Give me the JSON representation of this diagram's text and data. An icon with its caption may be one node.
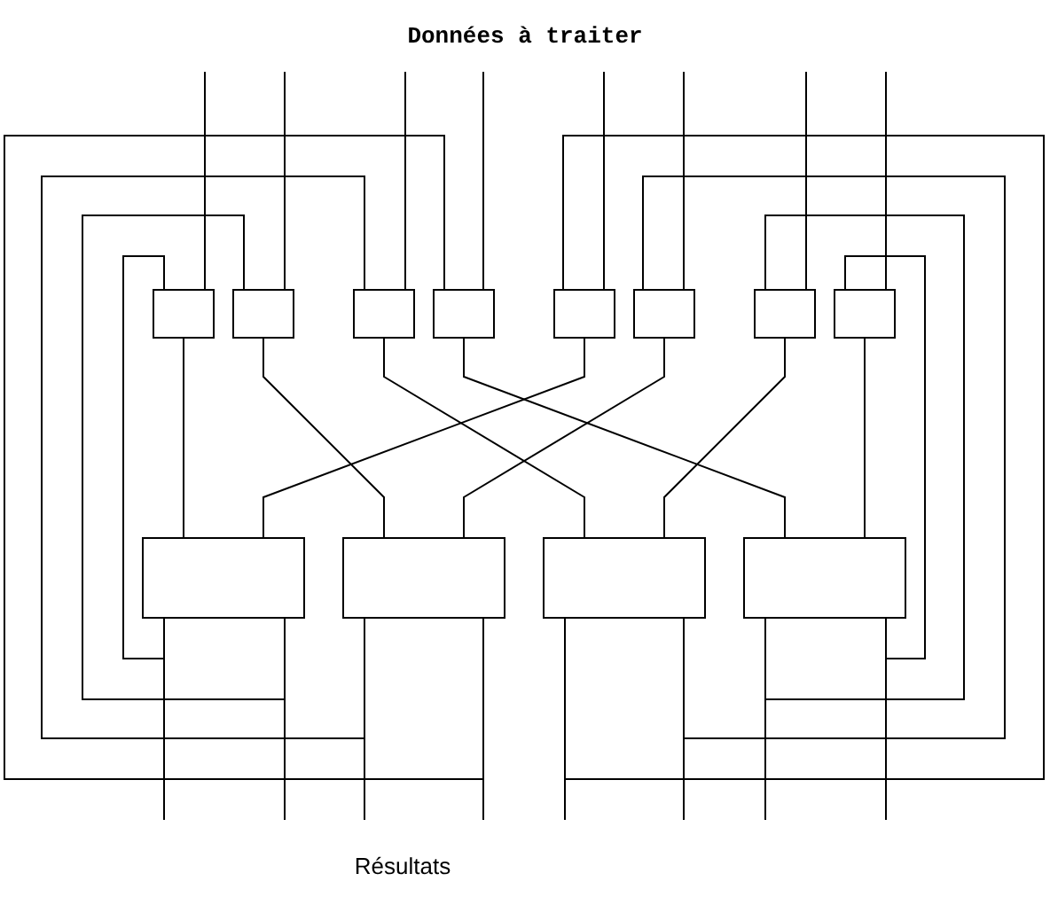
{
  "diagram": {
    "title": "Données à traiter",
    "nodes": [
      {
        "text": [],
        "shape": "box"
      },
      {
        "text": [],
        "shape": "box"
      },
      {
        "text": [],
        "shape": "box"
      },
      {
        "text": [],
        "shape": "box"
      },
      {
        "text": [],
        "shape": "box"
      },
      {
        "text": [],
        "shape": "box"
      },
      {
        "text": [],
        "shape": "box"
      },
      {
        "text": [],
        "shape": "box"
      },
      {
        "text": [],
        "shape": "box"
      },
      {
        "text": [],
        "shape": "box"
      },
      {
        "text": [],
        "shape": "box"
      },
      {
        "text": [],
        "shape": "box"
      }
    ],
    "edges": [
      {
        "from": null,
        "to": 0,
        "arrow": "none"
      },
      {
        "from": null,
        "to": 1,
        "arrow": "none"
      },
      {
        "from": null,
        "to": 2,
        "arrow": "none"
      },
      {
        "from": null,
        "to": 3,
        "arrow": "none"
      },
      {
        "from": null,
        "to": 4,
        "arrow": "none"
      },
      {
        "from": null,
        "to": 5,
        "arrow": "none"
      },
      {
        "from": null,
        "to": 6,
        "arrow": "none"
      },
      {
        "from": null,
        "to": 7,
        "arrow": "none"
      },
      {
        "from": 0,
        "to": 8,
        "arrow": "none"
      },
      {
        "from": 1,
        "to": 9,
        "arrow": "none"
      },
      {
        "from": 2,
        "to": 10,
        "arrow": "none"
      },
      {
        "from": 3,
        "to": 11,
        "arrow": "none"
      },
      {
        "from": 4,
        "to": 8,
        "arrow": "none"
      },
      {
        "from": 5,
        "to": 9,
        "arrow": "none"
      },
      {
        "from": 6,
        "to": 10,
        "arrow": "none"
      },
      {
        "from": 7,
        "to": 11,
        "arrow": "none"
      },
      {
        "from": 8,
        "to": 0,
        "arrow": "none"
      },
      {
        "from": 8,
        "to": 1,
        "arrow": "none"
      },
      {
        "from": 9,
        "to": 2,
        "arrow": "none"
      },
      {
        "from": 9,
        "to": 3,
        "arrow": "none"
      },
      {
        "from": 10,
        "to": 4,
        "arrow": "none"
      },
      {
        "from": 10,
        "to": 5,
        "arrow": "none"
      },
      {
        "from": 11,
        "to": 6,
        "arrow": "none"
      },
      {
        "from": 11,
        "to": 7,
        "arrow": "none"
      },
      {
        "from": 8,
        "to": null,
        "arrow": "none"
      },
      {
        "from": 8,
        "to": null,
        "arrow": "none"
      },
      {
        "from": 9,
        "to": null,
        "arrow": "none"
      },
      {
        "from": 9,
        "to": null,
        "arrow": "none"
      },
      {
        "from": 10,
        "to": null,
        "arrow": "none"
      },
      {
        "from": 10,
        "to": null,
        "arrow": "none"
      },
      {
        "from": 11,
        "to": null,
        "arrow": "none"
      },
      {
        "from": 11,
        "to": null,
        "arrow": "none"
      }
    ],
    "labels": [
      "Résultats"
    ]
  }
}
